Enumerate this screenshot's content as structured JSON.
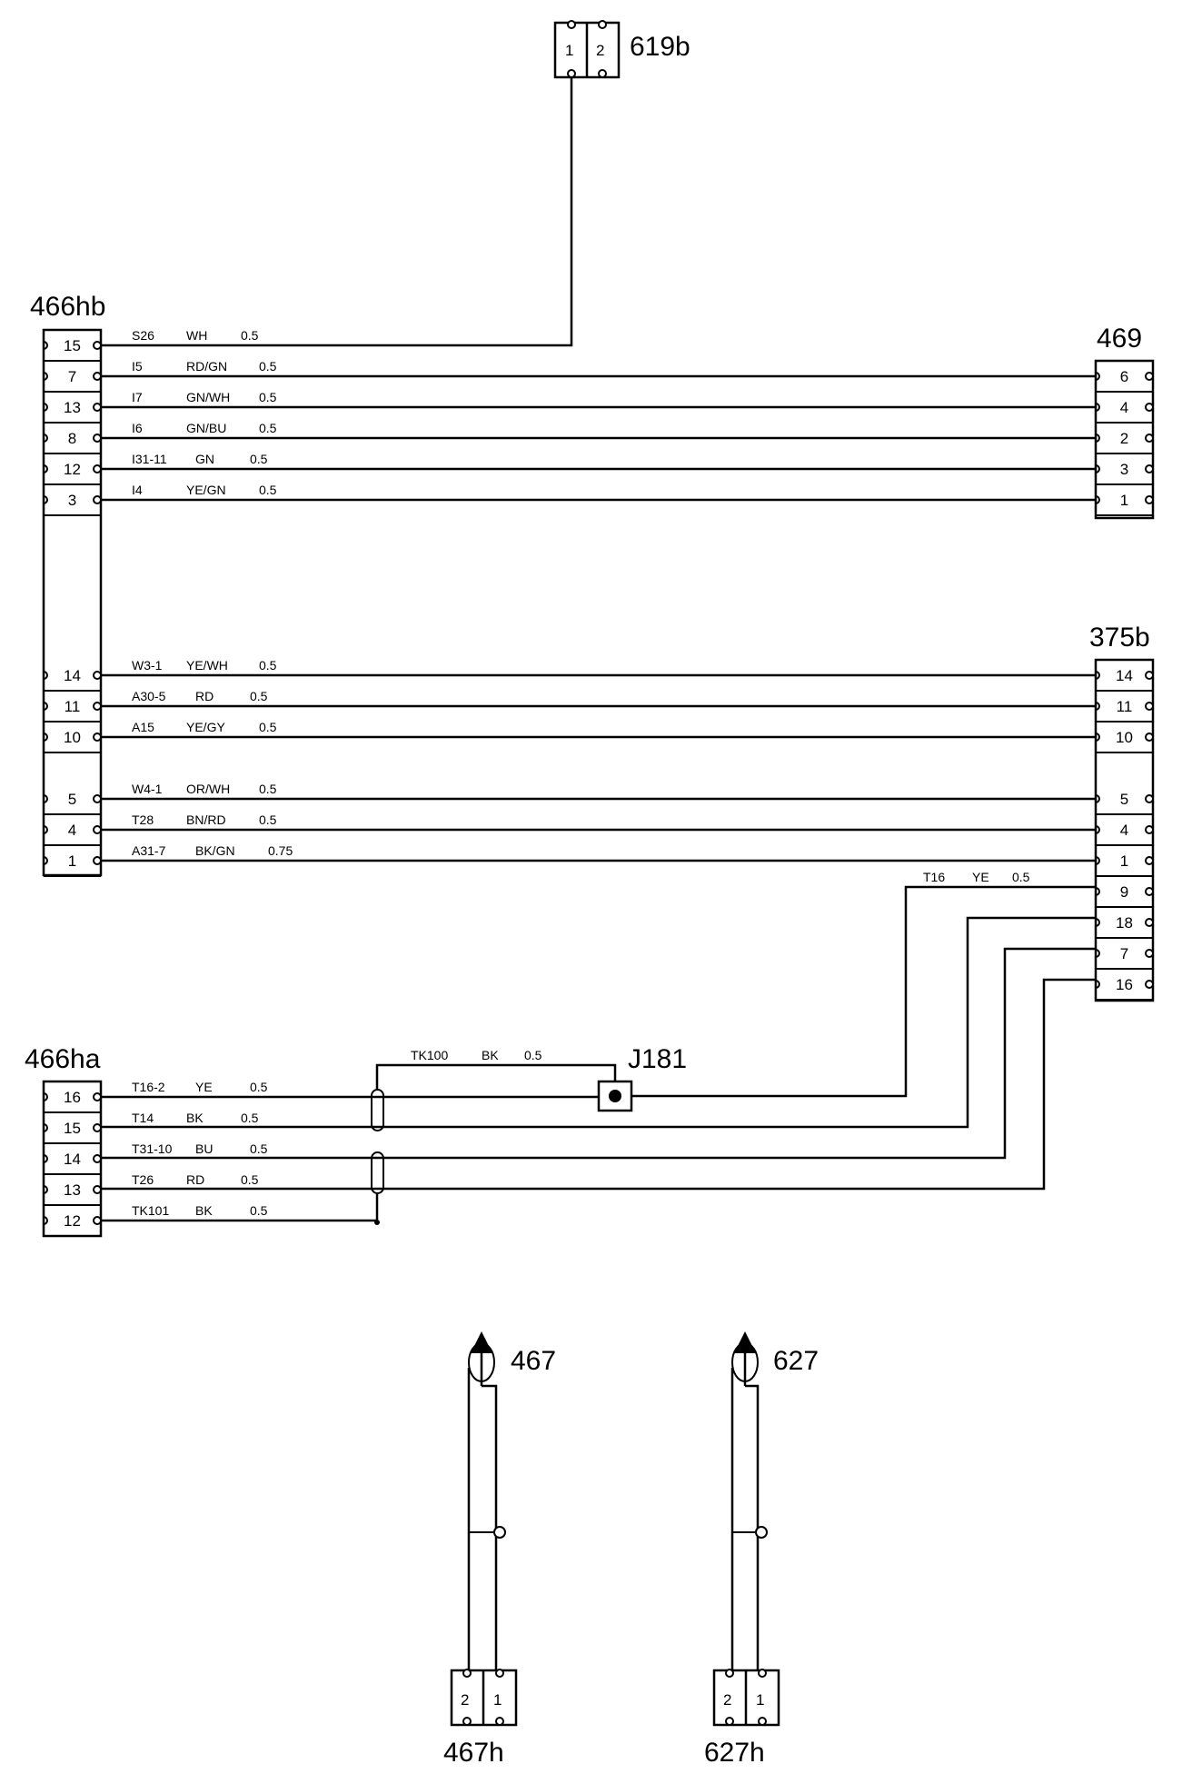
{
  "connectors": {
    "c619b": "619b",
    "c466hb": "466hb",
    "c469": "469",
    "c375b": "375b",
    "c466ha": "466ha",
    "cJ181": "J181",
    "c467": "467",
    "c627": "627",
    "c467h": "467h",
    "c627h": "627h"
  },
  "pins_619b": [
    "1",
    "2"
  ],
  "pins_467h": [
    "2",
    "1"
  ],
  "pins_627h": [
    "2",
    "1"
  ],
  "hb_wires": [
    {
      "pin": "15",
      "circuit": "S26",
      "color": "WH",
      "size": "0.5",
      "to": "619b-1"
    },
    {
      "pin": "7",
      "circuit": "I5",
      "color": "RD/GN",
      "size": "0.5",
      "to_pin": "6"
    },
    {
      "pin": "13",
      "circuit": "I7",
      "color": "GN/WH",
      "size": "0.5",
      "to_pin": "4"
    },
    {
      "pin": "8",
      "circuit": "I6",
      "color": "GN/BU",
      "size": "0.5",
      "to_pin": "2"
    },
    {
      "pin": "12",
      "circuit": "I31-11",
      "color": "GN",
      "size": "0.5",
      "to_pin": "3"
    },
    {
      "pin": "3",
      "circuit": "I4",
      "color": "YE/GN",
      "size": "0.5",
      "to_pin": "1"
    }
  ],
  "hb_lower_wires": [
    {
      "pin": "14",
      "circuit": "W3-1",
      "color": "YE/WH",
      "size": "0.5",
      "to_pin": "14"
    },
    {
      "pin": "11",
      "circuit": "A30-5",
      "color": "RD",
      "size": "0.5",
      "to_pin": "11"
    },
    {
      "pin": "10",
      "circuit": "A15",
      "color": "YE/GY",
      "size": "0.5",
      "to_pin": "10"
    },
    {
      "pin": "5",
      "circuit": "W4-1",
      "color": "OR/WH",
      "size": "0.5",
      "to_pin": "5"
    },
    {
      "pin": "4",
      "circuit": "T28",
      "color": "BN/RD",
      "size": "0.5",
      "to_pin": "4"
    },
    {
      "pin": "1",
      "circuit": "A31-7",
      "color": "BK/GN",
      "size": "0.75",
      "to_pin": "1"
    }
  ],
  "b375_extra_pins": [
    "9",
    "18",
    "7",
    "16"
  ],
  "t16_label": {
    "circuit": "T16",
    "color": "YE",
    "size": "0.5"
  },
  "ha_wires": [
    {
      "pin": "16",
      "circuit": "T16-2",
      "color": "YE",
      "size": "0.5"
    },
    {
      "pin": "15",
      "circuit": "T14",
      "color": "BK",
      "size": "0.5"
    },
    {
      "pin": "14",
      "circuit": "T31-10",
      "color": "BU",
      "size": "0.5"
    },
    {
      "pin": "13",
      "circuit": "T26",
      "color": "RD",
      "size": "0.5"
    },
    {
      "pin": "12",
      "circuit": "TK101",
      "color": "BK",
      "size": "0.5"
    }
  ],
  "tk100_label": {
    "circuit": "TK100",
    "color": "BK",
    "size": "0.5"
  }
}
